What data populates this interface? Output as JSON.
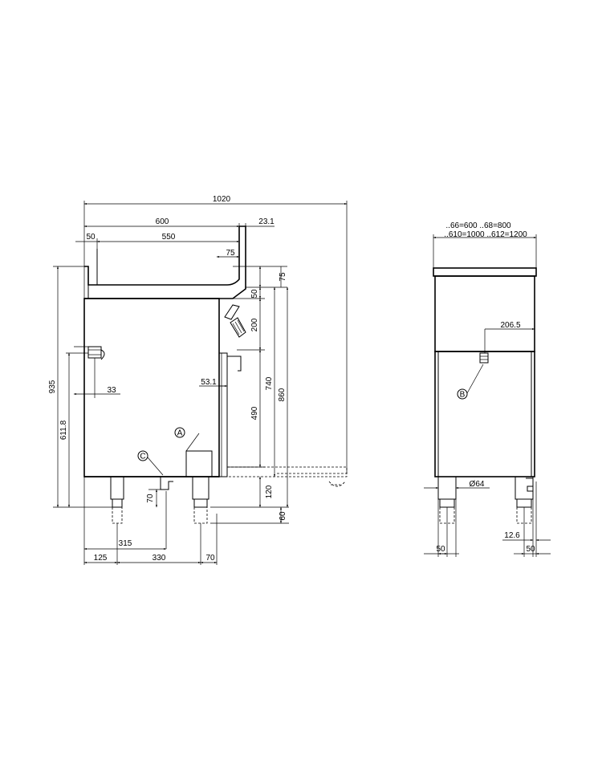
{
  "side_view": {
    "dims": {
      "overall_width": "1020",
      "depth_600": "600",
      "offset_23_1": "23.1",
      "offset_50": "50",
      "depth_550": "550",
      "flue_75": "75",
      "top_75": "75",
      "top_50": "50",
      "height_200": "200",
      "height_740": "740",
      "height_860": "860",
      "height_490": "490",
      "height_120": "120",
      "height_60": "60",
      "height_935": "935",
      "height_611_8": "611.8",
      "dim_33": "33",
      "dim_53_1": "53.1",
      "dim_70_vert": "70",
      "dim_315": "315",
      "dim_125": "125",
      "dim_330": "330",
      "dim_70": "70"
    },
    "markers": {
      "a": "A",
      "c": "C"
    }
  },
  "front_view": {
    "widths_line1": "..66=600  ..68=800",
    "widths_line2": "..610=1000  ..612=1200",
    "dims": {
      "dim_206_5": "206.5",
      "dim_diam_64": "Ø64",
      "dim_12_6": "12.6",
      "dim_50_left": "50",
      "dim_50_right": "50"
    },
    "markers": {
      "b": "B"
    }
  }
}
